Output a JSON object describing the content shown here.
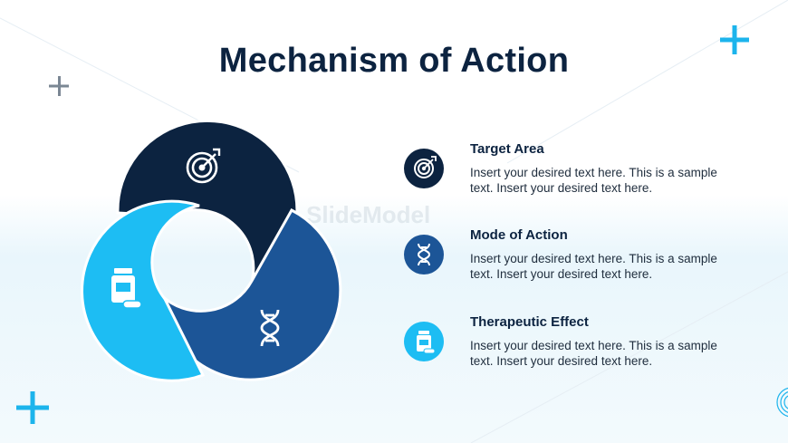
{
  "slide": {
    "title": "Mechanism of Action",
    "watermark": "SlideModel"
  },
  "colors": {
    "navy": "#0c2340",
    "mid_blue": "#1c5597",
    "light_blue": "#1dbdf3",
    "accent_cyan": "#1cb4ec",
    "gray_plus": "#7b8794"
  },
  "diagram": {
    "segments": [
      {
        "name": "target-segment",
        "icon": "target-icon"
      },
      {
        "name": "mode-segment",
        "icon": "dna-icon"
      },
      {
        "name": "therapeutic-segment",
        "icon": "medicine-icon"
      }
    ]
  },
  "items": [
    {
      "heading": "Target Area",
      "text": "Insert your desired text here. This is a sample text. Insert your desired text here.",
      "icon": "target-icon"
    },
    {
      "heading": "Mode of Action",
      "text": "Insert your desired text here. This is a sample text. Insert your desired text here.",
      "icon": "dna-icon"
    },
    {
      "heading": "Therapeutic Effect",
      "text": "Insert your desired text here. This is a sample text. Insert your desired text here.",
      "icon": "medicine-icon"
    }
  ]
}
